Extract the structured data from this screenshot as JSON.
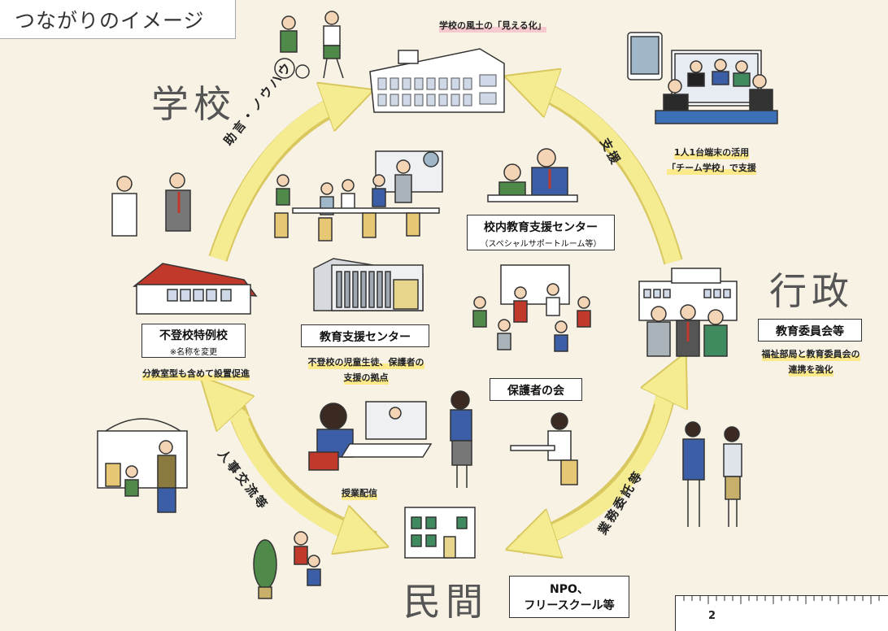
{
  "header": {
    "title": "つながりのイメージ"
  },
  "nodes": {
    "school": "学校",
    "gov": "行政",
    "private": "民間"
  },
  "arrows": {
    "advice": "助言・ノウハウ",
    "support": "支援",
    "exchange": "人事交流等",
    "outsourcing": "業務委託等"
  },
  "captions": {
    "visible": "学校の風土の「見える化」",
    "device_1": "1人1台端末の活用",
    "device_2": "「チーム学校」で支援",
    "welfare_1": "福祉部局と教育委員会の",
    "welfare_2": "連携を強化",
    "branch": "分教室型も含めて設置促進",
    "center_desc_1": "不登校の児童生徒、保護者の",
    "center_desc_2": "支援の拠点",
    "online": "授業配信"
  },
  "boxes": {
    "inschool_title": "校内教育支援センター",
    "inschool_sub": "（スペシャルサポートルーム等）",
    "special_title": "不登校特例校",
    "special_sub": "※名称を変更",
    "center": "教育支援センター",
    "parents": "保護者の会",
    "board": "教育委員会等",
    "npo_1": "NPO、",
    "npo_2": "フリースクール等"
  },
  "footer": {
    "page": "2"
  },
  "colors": {
    "background": "#f7f2e4",
    "arrow": "#f5ec91",
    "arrow_edge": "#d9c860",
    "roof": "#c0392b",
    "highlight": "#fbe98a",
    "highlight_pink": "#f6c9cf"
  }
}
